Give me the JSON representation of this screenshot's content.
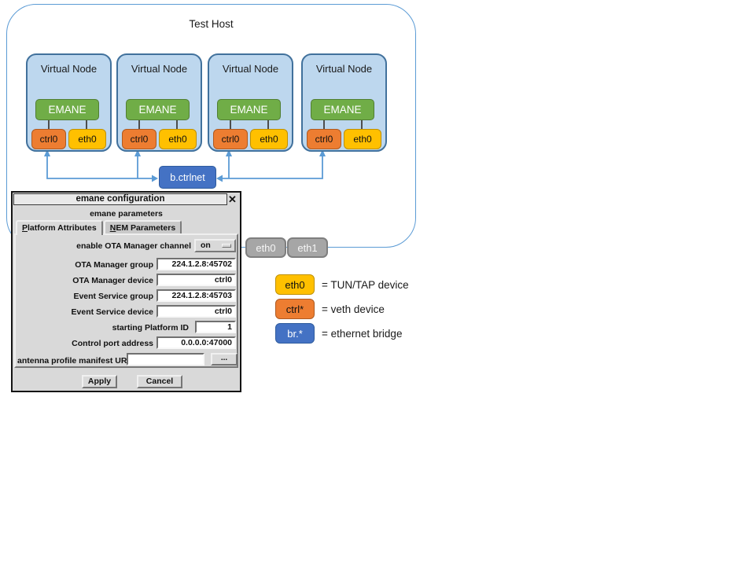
{
  "diagram": {
    "host_title": "Test Host",
    "node": {
      "title": "Virtual Node",
      "emane": "EMANE",
      "ctrl": "ctrl0",
      "eth": "eth0"
    },
    "bridge_label": "b.ctrlnet",
    "host_eth0": "eth0",
    "host_eth1": "eth1"
  },
  "dialog": {
    "title": "emane configuration",
    "close_icon": "✕",
    "subtitle": "emane parameters",
    "tabs": [
      {
        "label": "Platform Attributes",
        "selected": true
      },
      {
        "label": "NEM Parameters",
        "selected": false
      }
    ],
    "fields": {
      "ota_enable": {
        "label": "enable OTA Manager channel",
        "value": "on"
      },
      "ota_group": {
        "label": "OTA Manager group",
        "value": "224.1.2.8:45702"
      },
      "ota_device": {
        "label": "OTA Manager device",
        "value": "ctrl0"
      },
      "event_group": {
        "label": "Event Service group",
        "value": "224.1.2.8:45703"
      },
      "event_device": {
        "label": "Event Service device",
        "value": "ctrl0"
      },
      "platform_id": {
        "label": "starting Platform ID",
        "value": "1"
      },
      "control_port": {
        "label": "Control port address",
        "value": "0.0.0.0:47000"
      },
      "antenna": {
        "label": "antenna profile manifest URI",
        "value": "",
        "placeholder": "",
        "browse_label": "..."
      }
    },
    "buttons": {
      "apply": "Apply",
      "cancel": "Cancel"
    }
  },
  "legend": {
    "items": [
      {
        "box": "eth0",
        "label": "= TUN/TAP device",
        "box_color": "#FFC000"
      },
      {
        "box": "ctrl*",
        "label": "= veth device",
        "box_color": "#ED7D31"
      },
      {
        "box": "br.*",
        "label": "= ethernet bridge",
        "box_color": "#4472C4"
      }
    ]
  },
  "colors": {
    "node_fill": "#BDD7EE",
    "node_border": "#41719C",
    "emane_green": "#70AD47",
    "veth_orange": "#ED7D31",
    "tun_yellow": "#FFC000",
    "bridge_blue": "#4472C4",
    "host_if_gray": "#A6A6A6",
    "connector_blue": "#5B9BD5",
    "dialog_bg": "#D9D9D9"
  }
}
